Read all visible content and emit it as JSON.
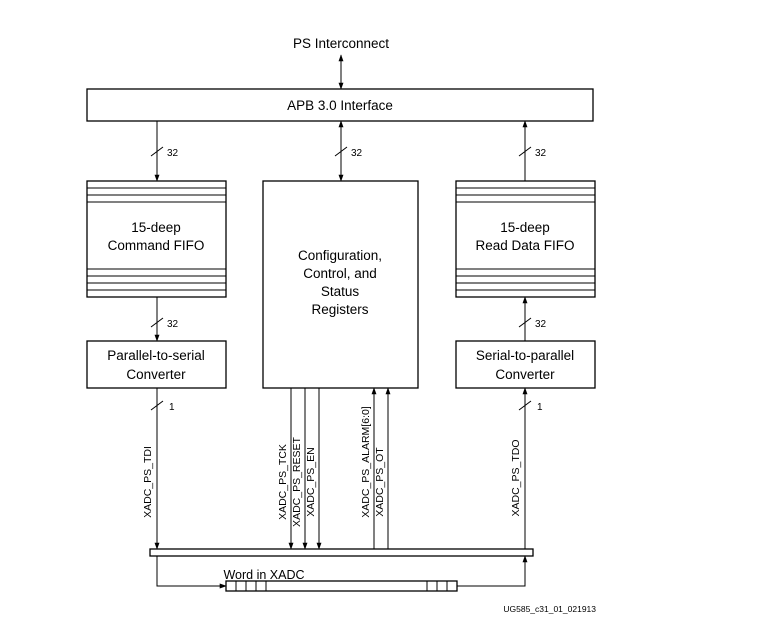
{
  "diagram": {
    "top_label": "PS Interconnect",
    "apb_interface": "APB 3.0 Interface",
    "bus_widths": {
      "cmd_fifo_in": "32",
      "registers_in": "32",
      "read_fifo_out": "32",
      "p2s_in": "32",
      "s2p_out": "32",
      "tdi_width": "1",
      "tdo_width": "1"
    },
    "command_fifo": {
      "line1": "15-deep",
      "line2": "Command FIFO"
    },
    "registers": {
      "line1": "Configuration,",
      "line2": "Control, and",
      "line3": "Status",
      "line4": "Registers"
    },
    "read_fifo": {
      "line1": "15-deep",
      "line2": "Read Data FIFO"
    },
    "p2s_converter": {
      "line1": "Parallel-to-serial",
      "line2": "Converter"
    },
    "s2p_converter": {
      "line1": "Serial-to-parallel",
      "line2": "Converter"
    },
    "signals": {
      "tdi": "XADC_PS_TDI",
      "tck": "XADC_PS_TCK",
      "reset": "XADC_PS_RESET",
      "en": "XADC_PS_EN",
      "alarm": "XADC_PS_ALARM[6:0]",
      "ot": "XADC_PS_OT",
      "tdo": "XADC_PS_TDO"
    },
    "word_label": "Word in XADC",
    "figure_id": "UG585_c31_01_021913"
  }
}
